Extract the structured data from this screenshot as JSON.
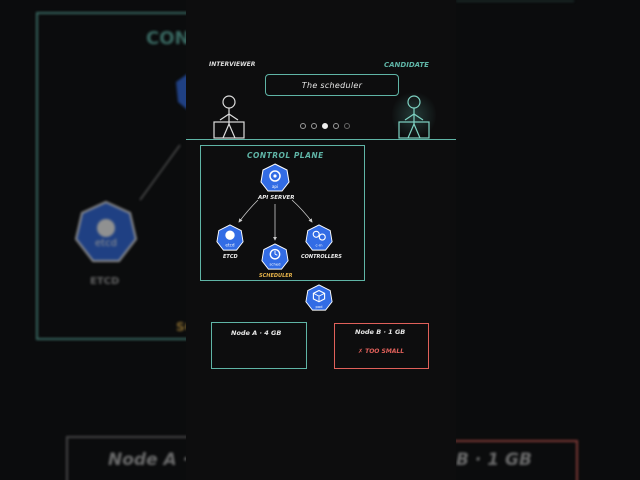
{
  "header": {
    "interviewer_label": "INTERVIEWER",
    "candidate_label": "CANDIDATE",
    "caption": "The scheduler"
  },
  "pagination": {
    "total": 5,
    "active_index": 2
  },
  "control_plane": {
    "title": "CONTROL PLANE",
    "api_server": {
      "label": "API SERVER",
      "icon_text": "api"
    },
    "etcd": {
      "label": "ETCD",
      "icon_text": "etcd"
    },
    "scheduler": {
      "label": "SCHEDULER",
      "icon_text": "sched"
    },
    "controllers": {
      "label": "CONTROLLERS",
      "icon_text": "c-m"
    }
  },
  "pod": {
    "icon_text": "pod"
  },
  "nodes": [
    {
      "label": "Node A · 4 GB",
      "status": ""
    },
    {
      "label": "Node B · 1 GB",
      "status": "✗ TOO SMALL"
    }
  ],
  "background": {
    "title_fragment": "CONT",
    "etcd_icon_text": "etcd",
    "etcd_label": "ETCD",
    "node_a_fragment": "Node A ·",
    "node_b_fragment": "B · 1 GB",
    "sc_fragment": "SC"
  },
  "colors": {
    "teal": "#5fb4a6",
    "k8s_blue": "#326ce5",
    "scheduler_yellow": "#e6b34a",
    "danger_red": "#e0605a"
  }
}
